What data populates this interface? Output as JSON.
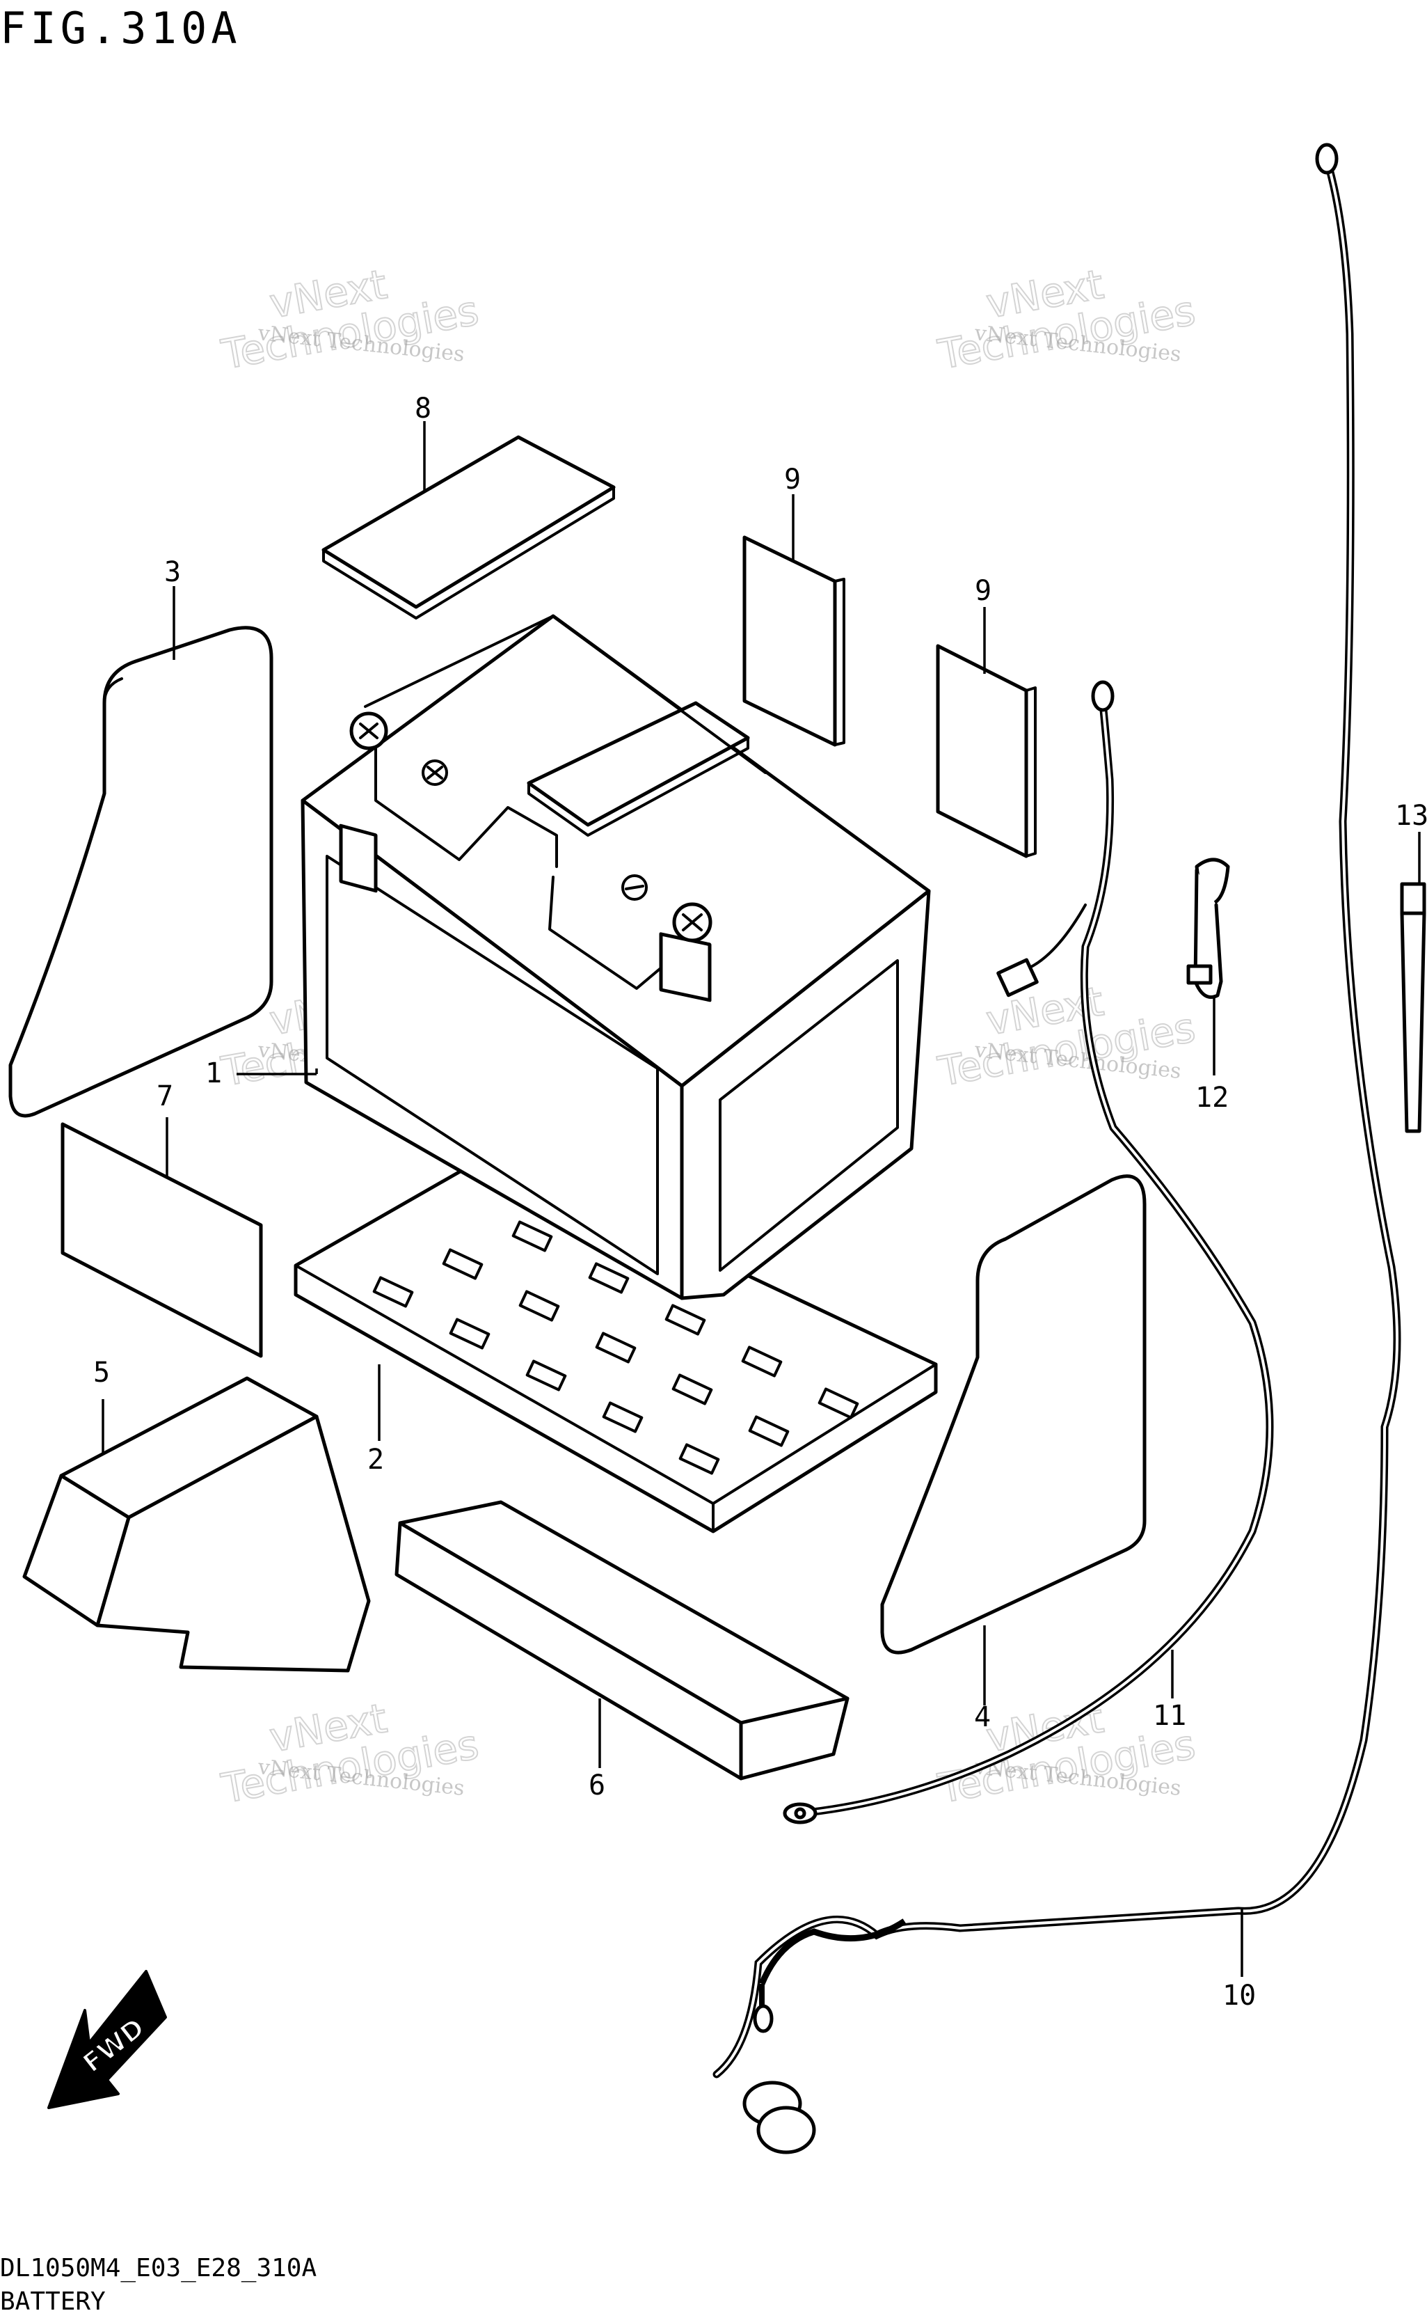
{
  "figure_title": "FIG.310A",
  "footer": {
    "model_code": "DL1050M4_E03_E28_310A",
    "section_name": "BATTERY"
  },
  "direction_badge": "FWD",
  "watermark": {
    "line1": "vNext Technologies",
    "line2": "vNext",
    "line3": "Technologies"
  },
  "callouts": [
    {
      "id": "1",
      "part": "battery"
    },
    {
      "id": "2",
      "part": "battery-tray"
    },
    {
      "id": "3",
      "part": "left-side-cushion"
    },
    {
      "id": "4",
      "part": "right-side-cushion"
    },
    {
      "id": "5",
      "part": "front-cushion"
    },
    {
      "id": "6",
      "part": "bottom-cushion"
    },
    {
      "id": "7",
      "part": "pad-7"
    },
    {
      "id": "8",
      "part": "top-pad"
    },
    {
      "id": "9",
      "part": "pad-9"
    },
    {
      "id": "9",
      "part": "pad-9b"
    },
    {
      "id": "10",
      "part": "negative-lead-wire"
    },
    {
      "id": "11",
      "part": "positive-lead-wire"
    },
    {
      "id": "12",
      "part": "clamp"
    },
    {
      "id": "13",
      "part": "band"
    }
  ]
}
